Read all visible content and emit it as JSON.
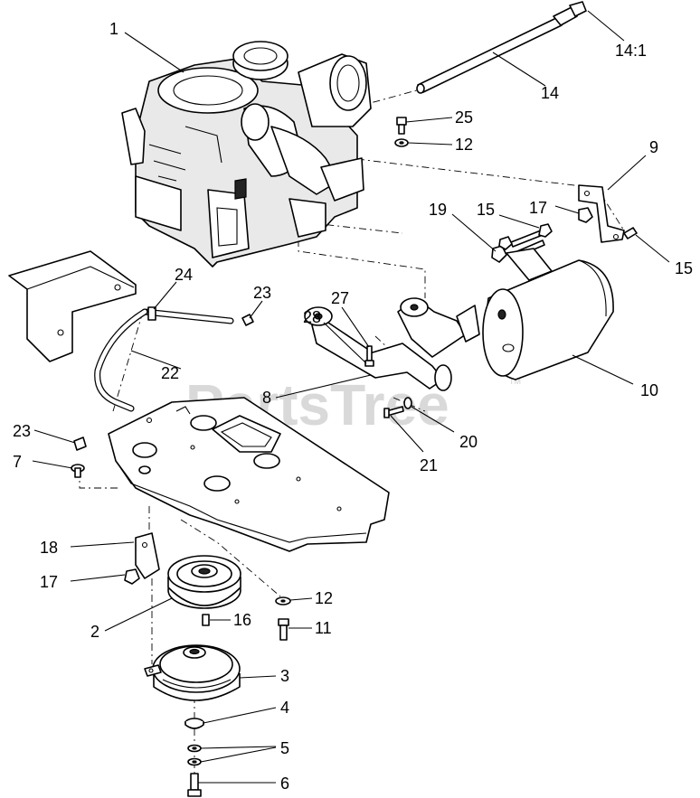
{
  "watermark": {
    "text": "PartsTree",
    "tm": "TM"
  },
  "callouts": [
    {
      "id": "c1",
      "label": "1"
    },
    {
      "id": "c14a",
      "label": "14:1"
    },
    {
      "id": "c14",
      "label": "14"
    },
    {
      "id": "c25",
      "label": "25"
    },
    {
      "id": "c12a",
      "label": "12"
    },
    {
      "id": "c9",
      "label": "9"
    },
    {
      "id": "c19",
      "label": "19"
    },
    {
      "id": "c15a",
      "label": "15"
    },
    {
      "id": "c17a",
      "label": "17"
    },
    {
      "id": "c15b",
      "label": "15"
    },
    {
      "id": "c24",
      "label": "24"
    },
    {
      "id": "c23a",
      "label": "23"
    },
    {
      "id": "c27",
      "label": "27"
    },
    {
      "id": "c28",
      "label": "28"
    },
    {
      "id": "c10",
      "label": "10"
    },
    {
      "id": "c22",
      "label": "22"
    },
    {
      "id": "c8",
      "label": "8"
    },
    {
      "id": "c20",
      "label": "20"
    },
    {
      "id": "c23b",
      "label": "23"
    },
    {
      "id": "c21",
      "label": "21"
    },
    {
      "id": "c7",
      "label": "7"
    },
    {
      "id": "c18",
      "label": "18"
    },
    {
      "id": "c17b",
      "label": "17"
    },
    {
      "id": "c12b",
      "label": "12"
    },
    {
      "id": "c2",
      "label": "2"
    },
    {
      "id": "c16",
      "label": "16"
    },
    {
      "id": "c11",
      "label": "11"
    },
    {
      "id": "c3",
      "label": "3"
    },
    {
      "id": "c4",
      "label": "4"
    },
    {
      "id": "c5",
      "label": "5"
    },
    {
      "id": "c6",
      "label": "6"
    }
  ]
}
